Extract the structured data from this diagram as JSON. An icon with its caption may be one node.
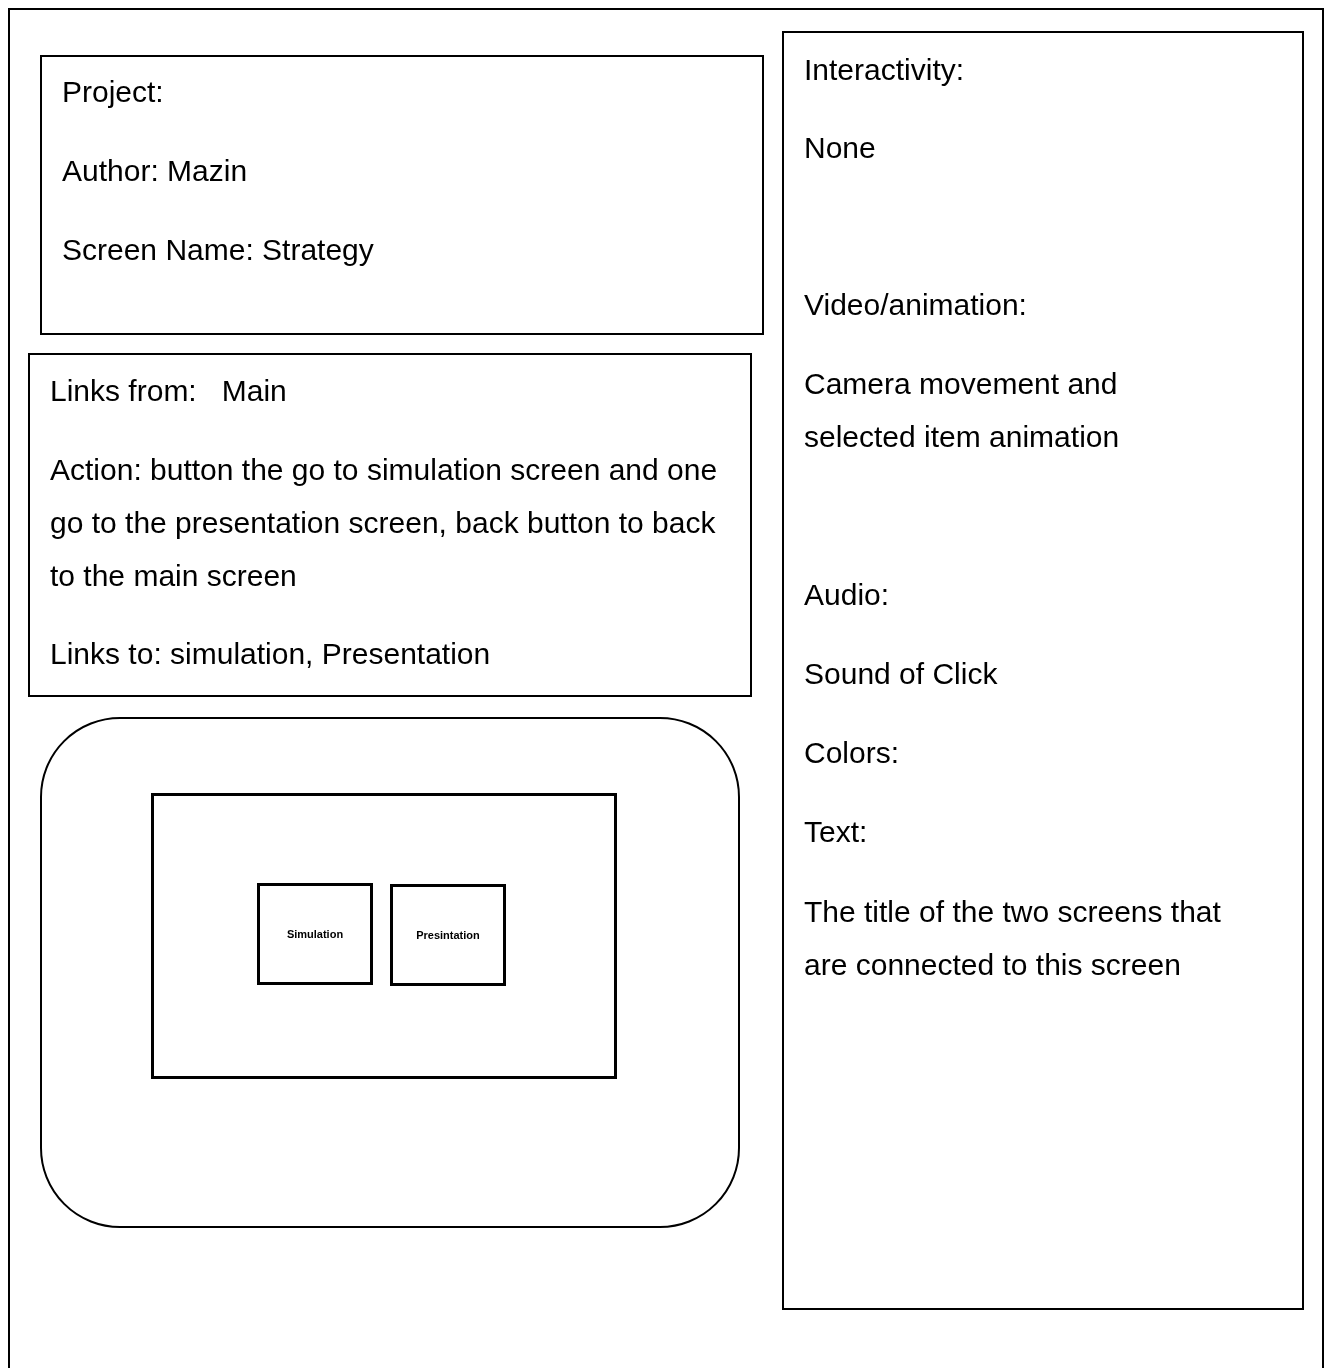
{
  "diagram": {
    "nodes": [
      {
        "text": [
          "Project:",
          "Author: Mazin",
          "Screen Name: Strategy"
        ]
      },
      {
        "text": [
          "Links from:   Main",
          "Action: button the go to simulation screen and one go to the presentation screen, back button to back to the main screen",
          "Links to: simulation, Presentation"
        ]
      },
      {
        "text": [],
        "shape": "box"
      },
      {
        "text": [],
        "shape": "box",
        "in": 2
      },
      {
        "text": [
          "Simulation"
        ],
        "in": 3
      },
      {
        "text": [
          "Presintation"
        ],
        "in": 3
      },
      {
        "text": [
          "Interactivity:",
          "None",
          "Video/animation:",
          "Camera movement and selected item animation",
          "Audio:",
          "Sound of Click",
          "Colors:",
          "Text:",
          "The title of the two screens that are connected to this screen"
        ]
      }
    ]
  }
}
